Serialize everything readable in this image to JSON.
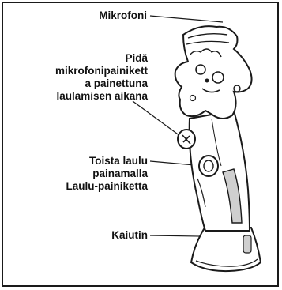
{
  "colors": {
    "ink": "#1a1a1a",
    "body_fill": "#ffffff",
    "shade": "#cfcfcf"
  },
  "labels": {
    "microphone": "Mikrofoni",
    "hold_button": "Pidä\nmikrofonipainikett\na painettuna\nlaulamisen aikana",
    "play_song": "Toista laulu\npainamalla\nLaulu-painiketta",
    "speaker": "Kaiutin"
  }
}
